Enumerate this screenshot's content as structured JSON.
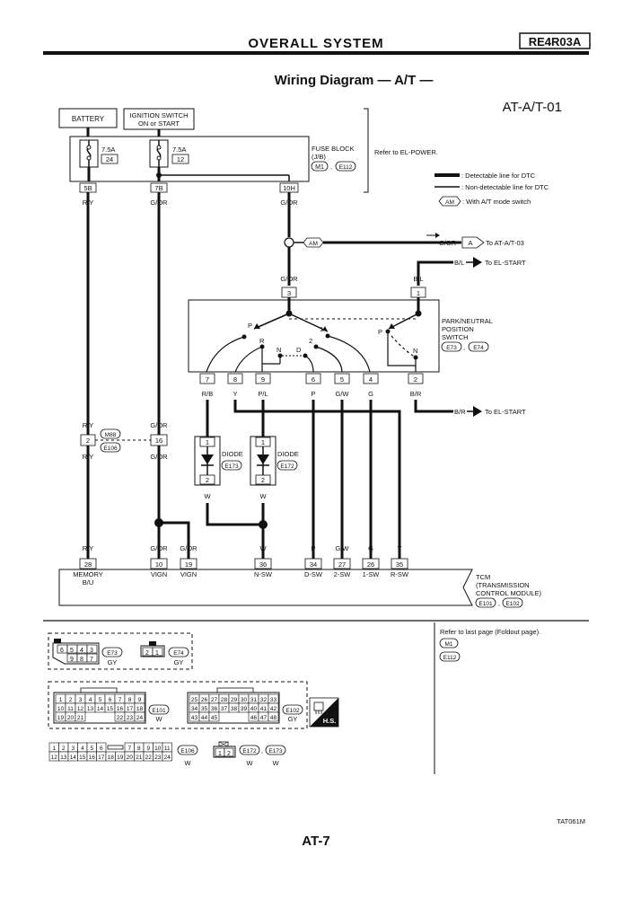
{
  "header": {
    "section_title": "OVERALL SYSTEM",
    "model_code": "RE4R03A"
  },
  "diagram": {
    "title": "Wiring Diagram — A/T —",
    "code": "AT-A/T-01",
    "battery_label": "BATTERY",
    "ignition_label_1": "IGNITION SWITCH",
    "ignition_label_2": "ON or START",
    "fuse_1_amp": "7.5A",
    "fuse_1_num": "24",
    "fuse_2_amp": "7.5A",
    "fuse_2_num": "12",
    "fuse_block_1": "FUSE BLOCK",
    "fuse_block_2": "(J/B)",
    "fuse_block_conn_1": "M1",
    "fuse_block_conn_2": "E112",
    "refer_el_power": "Refer to EL-POWER.",
    "fuse_pin_1": "5B",
    "fuse_pin_2": "7B",
    "fuse_pin_3": "10H",
    "legend_1": ": Detectable line for DTC",
    "legend_2": ": Non-detectable line for DTC",
    "legend_3_sym": "AM",
    "legend_3": ": With A/T mode switch",
    "wire_ry": "R/Y",
    "wire_gor": "G/OR",
    "wire_bl": "B/L",
    "wire_rb": "R/B",
    "wire_y": "Y",
    "wire_pl": "P/L",
    "wire_p": "P",
    "wire_gw": "G/W",
    "wire_g": "G",
    "wire_br": "B/R",
    "wire_w": "W",
    "am_label": "AM",
    "to_at03_letter": "A",
    "to_at03": "To AT-A/T-03",
    "to_el_start_1": "To EL-START",
    "to_el_start_2": "To EL-START",
    "pnp_pin_3": "3",
    "pnp_pin_1": "1",
    "pnp_title_1": "PARK/NEUTRAL",
    "pnp_title_2": "POSITION",
    "pnp_title_3": "SWITCH",
    "pnp_conn_1": "E73",
    "pnp_conn_2": "E74",
    "sw_p": "P",
    "sw_r": "R",
    "sw_n": "N",
    "sw_d": "D",
    "sw_2": "2",
    "sw_1": "1",
    "sw2_p": "P",
    "sw2_n": "N",
    "pnp_pins_bottom": [
      "7",
      "8",
      "9",
      "6",
      "5",
      "4",
      "2"
    ],
    "jc_conn_1": "M88",
    "jc_conn_2": "E106",
    "jc_pin_2": "2",
    "jc_pin_16": "16",
    "diode_label": "DIODE",
    "diode_1_conn": "E173",
    "diode_2_conn": "E172",
    "diode_pin_top": "1",
    "diode_pin_bottom": "2",
    "tcm_pins": [
      "28",
      "10",
      "19",
      "36",
      "34",
      "27",
      "26",
      "35"
    ],
    "tcm_wires": [
      "R/Y",
      "G/OR",
      "G/OR",
      "W",
      "P",
      "G/W",
      "G",
      "Y"
    ],
    "tcm_signals": [
      "MEMORY",
      "VIGN",
      "VIGN",
      "N-SW",
      "D-SW",
      "2-SW",
      "1-SW",
      "R-SW"
    ],
    "tcm_memory_2": "B/U",
    "tcm_title_1": "TCM",
    "tcm_title_2": "(TRANSMISSION",
    "tcm_title_3": "CONTROL MODULE)",
    "tcm_conn_1": "E101",
    "tcm_conn_2": "E102"
  },
  "connectors": {
    "refer_last_page": "Refer to last page (Foldout page).",
    "ref_conn_1": "M1",
    "ref_conn_2": "E112",
    "e73_pins_top": [
      "6",
      "5",
      "4",
      "3"
    ],
    "e73_pins_bottom": [
      "9",
      "8",
      "7"
    ],
    "e73_label": "E73",
    "e73_color": "GY",
    "e74_pins": [
      "2",
      "1"
    ],
    "e74_label": "E74",
    "e74_color": "GY",
    "e101_row1": [
      "1",
      "2",
      "3",
      "4",
      "5",
      "6",
      "7",
      "8",
      "9"
    ],
    "e101_row2": [
      "10",
      "11",
      "12",
      "13",
      "14",
      "15",
      "16",
      "17",
      "18"
    ],
    "e101_row3": [
      "19",
      "20",
      "21",
      "22",
      "23",
      "24"
    ],
    "e101_label": "E101",
    "e101_color": "W",
    "e102_row1": [
      "25",
      "26",
      "27",
      "28",
      "29",
      "30",
      "31",
      "32",
      "33"
    ],
    "e102_row2": [
      "34",
      "35",
      "36",
      "37",
      "38",
      "39",
      "40",
      "41",
      "42"
    ],
    "e102_row3": [
      "43",
      "44",
      "45",
      "46",
      "47",
      "48"
    ],
    "e102_label": "E102",
    "e102_color": "GY",
    "hs_label": "H.S.",
    "e106_row1": [
      "1",
      "2",
      "3",
      "4",
      "5",
      "6",
      "7",
      "8",
      "9",
      "10",
      "11"
    ],
    "e106_row2": [
      "12",
      "13",
      "14",
      "15",
      "16",
      "17",
      "18",
      "19",
      "20",
      "21",
      "22",
      "23",
      "24"
    ],
    "e106_label": "E106",
    "e106_color": "W",
    "e172_pins": [
      "1",
      "2"
    ],
    "e172_label": "E172",
    "e172_color": "W",
    "e173_label": "E173",
    "e173_color": "W"
  },
  "footer": {
    "image_code": "TAT061M",
    "page_number": "AT-7"
  }
}
